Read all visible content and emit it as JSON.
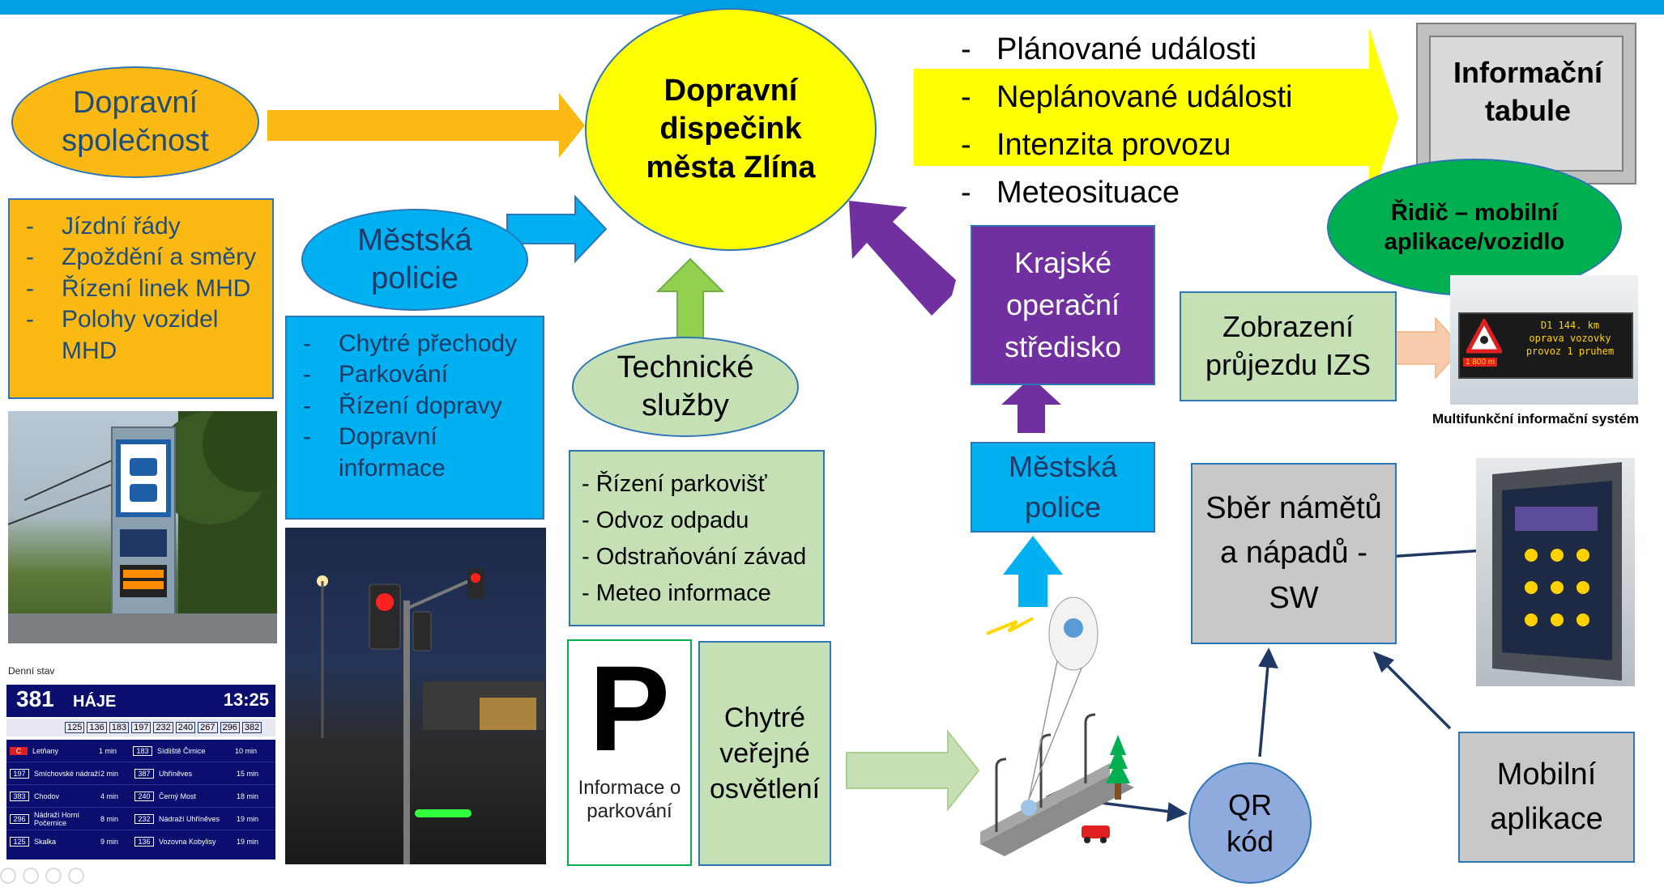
{
  "colors": {
    "header": "#00a0e3",
    "orange": "#fdb913",
    "yellow": "#ffff00",
    "blue": "#00b0f0",
    "purple": "#7030a0",
    "light_green": "#c5e0b4",
    "grey": "#c8c8c8",
    "green": "#00b050",
    "salmon": "#f8cbad",
    "lime": "#92d050"
  },
  "nodes": {
    "dopravni_spolecnost": "Dopravní společnost",
    "dispecink": "Dopravní dispečink města Zlína",
    "mestska_policie_top": "Městská policie",
    "technicke_sluzby": "Technické služby",
    "krajske_stredisko": "Krajské operační středisko",
    "mestska_police_mid": "Městská police",
    "informacni_tabule": "Informační tabule",
    "ridic": "Řidič – mobilní aplikace/vozidlo",
    "zobrazeni_izs": "Zobrazení průjezdu IZS",
    "sber_namectu": "Sběr námětů a nápadů - SW",
    "mobilni_aplikace": "Mobilní aplikace",
    "qr_kod": "QR kód",
    "chytre_osvetleni": "Chytré veřejné osvětlení",
    "parking_letter": "P",
    "parking_info": "Informace o parkování",
    "multifunkcni": "Multifunkční informační systém"
  },
  "lists": {
    "dopravni_spolecnost": [
      "Jízdní řády",
      "Zpoždění a směry",
      "Řízení linek MHD",
      "Polohy vozidel MHD"
    ],
    "mestska_policie": [
      "Chytré přechody",
      "Parkování",
      "Řízení dopravy",
      "Dopravní informace"
    ],
    "technicke_sluzby": [
      "Řízení parkovišť",
      "Odvoz odpadu",
      "Odstraňování závad",
      "Meteo informace"
    ],
    "dispecink_outputs": [
      "Plánované události",
      "Neplánované události",
      "Intenzita provozu",
      "Meteosituace"
    ]
  },
  "vms_sign": {
    "line1": "D1 144. km",
    "line2": "oprava vozovky",
    "line3": "provoz 1 pruhem",
    "distance": "1 800 m"
  },
  "departure_board": {
    "header": "Denní stav",
    "line": "381",
    "destination": "HÁJE",
    "time": "13:25",
    "connections": [
      "125",
      "136",
      "183",
      "197",
      "232",
      "240",
      "267",
      "296",
      "382"
    ],
    "rows": [
      [
        "C",
        "Letňany",
        "1 min",
        "183",
        "Sídliště Čimice",
        "10 min"
      ],
      [
        "197",
        "Smíchovské nádraží",
        "2 min",
        "387",
        "Uhříněves",
        "15 min"
      ],
      [
        "383",
        "Chodov",
        "4 min",
        "240",
        "Černý Most",
        "18 min"
      ],
      [
        "296",
        "Nádraží Horní Počernice",
        "8 min",
        "232",
        "Nádraží Uhříněves",
        "19 min"
      ],
      [
        "125",
        "Skalka",
        "9 min",
        "136",
        "Vozovna Kobylisy",
        "19 min"
      ]
    ]
  }
}
